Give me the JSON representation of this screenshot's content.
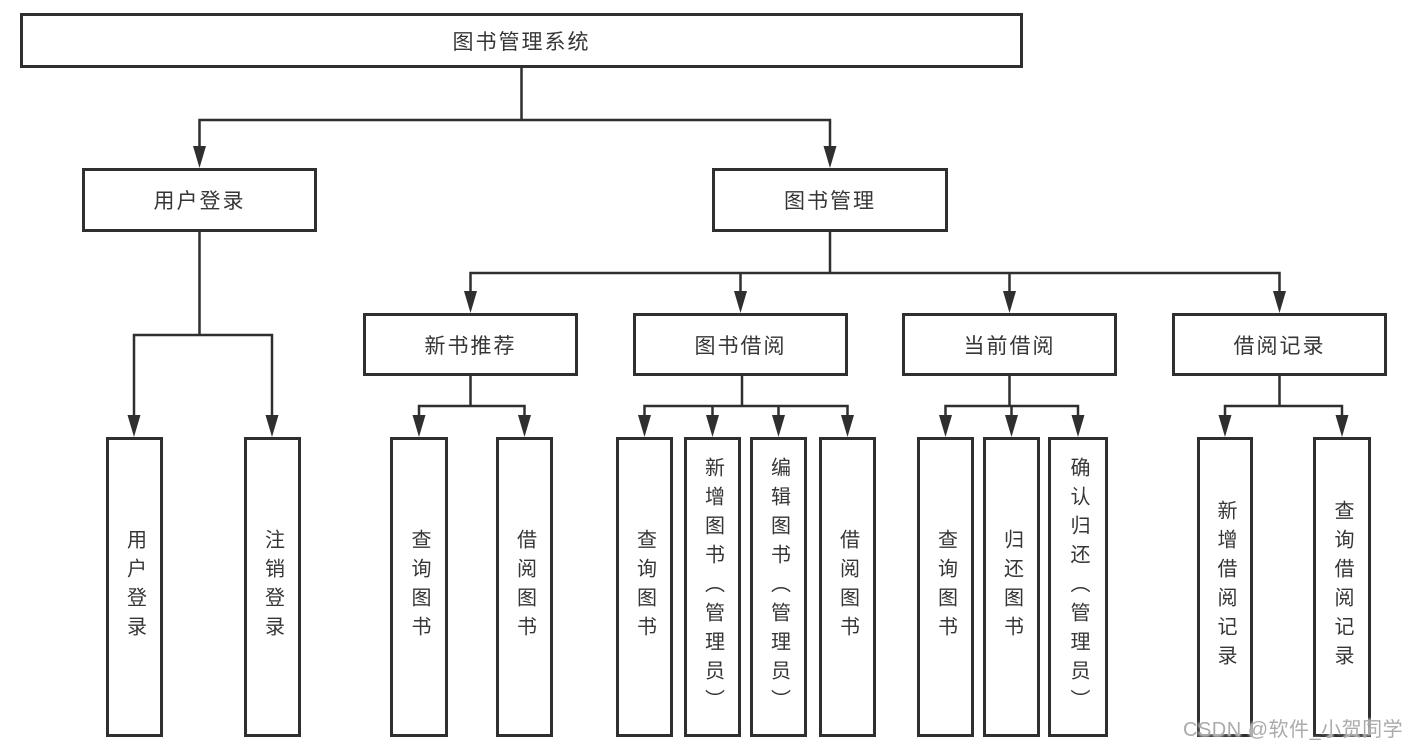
{
  "diagram_title": "图书管理系统",
  "tree": {
    "root": {
      "label": "图书管理系统"
    },
    "branches": [
      {
        "label": "用户登录",
        "children": [
          {
            "label": "用户登录"
          },
          {
            "label": "注销登录"
          }
        ]
      },
      {
        "label": "图书管理",
        "children": [
          {
            "label": "新书推荐",
            "children": [
              {
                "label": "查询图书"
              },
              {
                "label": "借阅图书"
              }
            ]
          },
          {
            "label": "图书借阅",
            "children": [
              {
                "label": "查询图书"
              },
              {
                "label": "新增图书（管理员）"
              },
              {
                "label": "编辑图书（管理员）"
              },
              {
                "label": "借阅图书"
              }
            ]
          },
          {
            "label": "当前借阅",
            "children": [
              {
                "label": "查询图书"
              },
              {
                "label": "归还图书"
              },
              {
                "label": "确认归还（管理员）"
              }
            ]
          },
          {
            "label": "借阅记录",
            "children": [
              {
                "label": "新增借阅记录"
              },
              {
                "label": "查询借阅记录"
              }
            ]
          }
        ]
      }
    ]
  },
  "watermark": {
    "text": "CSDN @软件_小贺同学"
  },
  "colors": {
    "background": "#ffffff",
    "line": "#2f2f2f",
    "box_border": "#2f2f2f",
    "text": "#363636",
    "watermark_text": "#ababab"
  }
}
